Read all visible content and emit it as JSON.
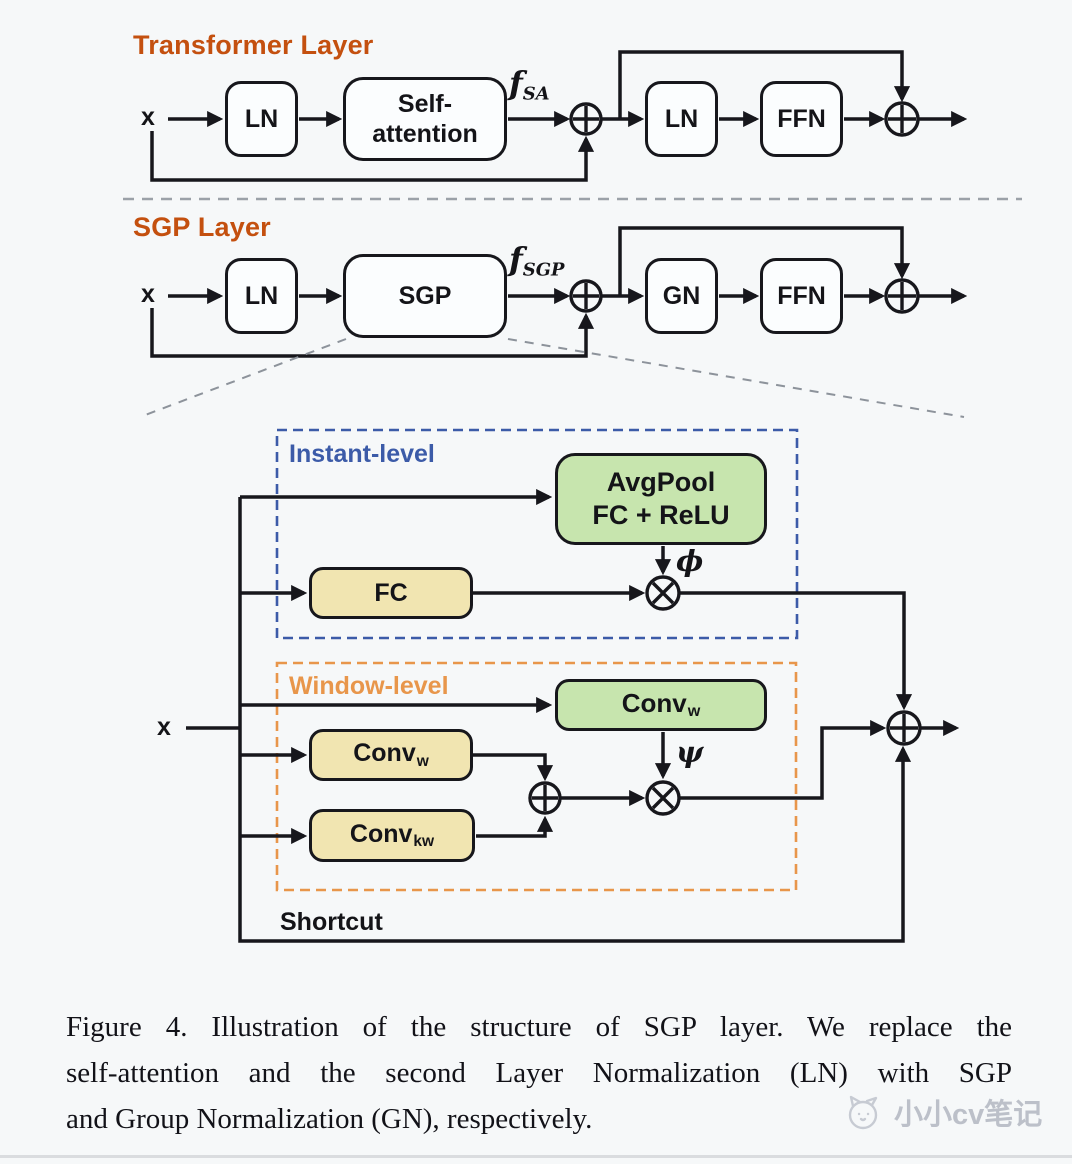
{
  "transformer_row": {
    "title": "Transformer Layer",
    "input_label": "x",
    "blocks": {
      "ln1": "LN",
      "self_attention": "Self-attention",
      "ln2": "LN",
      "ffn": "FFN"
    },
    "signal_label": {
      "f": "f",
      "sub": "SA"
    }
  },
  "sgp_row": {
    "title": "SGP Layer",
    "input_label": "x",
    "blocks": {
      "ln": "LN",
      "sgp": "SGP",
      "gn": "GN",
      "ffn": "FFN"
    },
    "signal_label": {
      "f": "f",
      "sub": "SGP"
    }
  },
  "sgp_detail": {
    "input_label": "x",
    "instant": {
      "label": "Instant-level",
      "avgpool_line1": "AvgPool",
      "avgpool_line2": "FC + ReLU",
      "fc": "FC",
      "phi": "ϕ"
    },
    "window": {
      "label": "Window-level",
      "conv_green": {
        "text": "Conv",
        "sub": "w"
      },
      "conv_w": {
        "text": "Conv",
        "sub": "w"
      },
      "conv_kw": {
        "text": "Conv",
        "sub": "kw"
      },
      "psi": "ψ"
    },
    "shortcut_label": "Shortcut"
  },
  "caption": {
    "lines": [
      "Figure 4. Illustration of the structure of SGP layer. We replace the",
      "self-attention and the second Layer Normalization (LN) with SGP",
      "and Group Normalization (GN), respectively."
    ]
  },
  "watermark": {
    "text": "小小cv笔记"
  },
  "colors": {
    "section_title": "#c4500f",
    "instant_accent": "#3c5ba8",
    "window_accent": "#e8964b",
    "green_block": "#c7e5ae",
    "tan_block": "#f1e5b1",
    "wire": "#17171c",
    "background": "#f6f8f9"
  }
}
